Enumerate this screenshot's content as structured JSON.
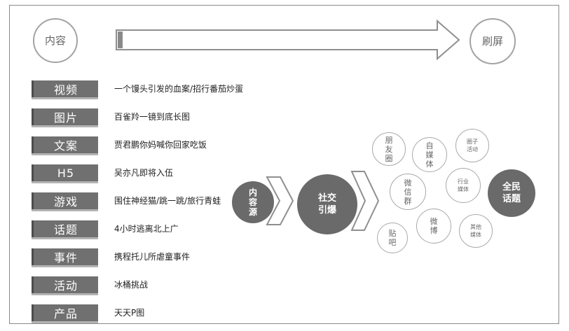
{
  "top": {
    "left_circle": "内容",
    "right_circle": "刷屏"
  },
  "rows": [
    {
      "category": "视频",
      "description": "一个馒头引发的血案/招行番茄炒蛋"
    },
    {
      "category": "图片",
      "description": "百雀羚一镜到底长图"
    },
    {
      "category": "文案",
      "description": "贾君鹏你妈喊你回家吃饭"
    },
    {
      "category": "H5",
      "description": "吴亦凡即将入伍"
    },
    {
      "category": "游戏",
      "description": "围住神经猫/跳一跳/旅行青蛙"
    },
    {
      "category": "话题",
      "description": "4小时逃离北上广"
    },
    {
      "category": "事件",
      "description": "携程托儿所虐童事件"
    },
    {
      "category": "活动",
      "description": "冰桶挑战"
    },
    {
      "category": "产品",
      "description": "天天P图"
    }
  ],
  "flow": {
    "source": "内容源",
    "social": "社交引爆",
    "all": "全民话题"
  },
  "platforms": {
    "pengyouquan": "朋友圈",
    "zimeiti": "自媒体",
    "quanzi": "圈子活动",
    "weixinqun": "微信群",
    "hangye": "行业媒体",
    "tieba": "贴吧",
    "weibo": "微博",
    "qita": "其他媒体"
  }
}
